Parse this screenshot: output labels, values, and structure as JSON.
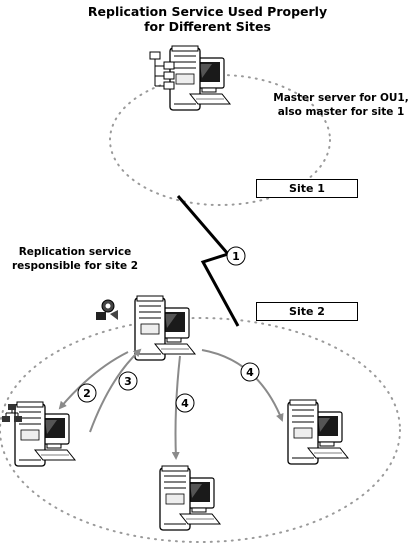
{
  "diagram": {
    "title_line1": "Replication Service Used Properly",
    "title_line2": "for Different Sites",
    "master_note_line1": "Master server for OU1,",
    "master_note_line2": "also master for site 1",
    "replication_note_line1": "Replication service",
    "replication_note_line2": "responsible for site 2",
    "site1_label": "Site 1",
    "site2_label": "Site 2",
    "step_labels": [
      "1",
      "2",
      "3",
      "4",
      "4"
    ]
  },
  "colors": {
    "line": "#000000",
    "arrow_gray": "#8a8a8a",
    "dot_gray": "#9a9a9a",
    "server_body": "#ffffff",
    "monitor_screen": "#1a1a1a"
  },
  "icons": [
    "server-icon",
    "ldap-tree-icon",
    "network-icon",
    "computer-icon"
  ]
}
